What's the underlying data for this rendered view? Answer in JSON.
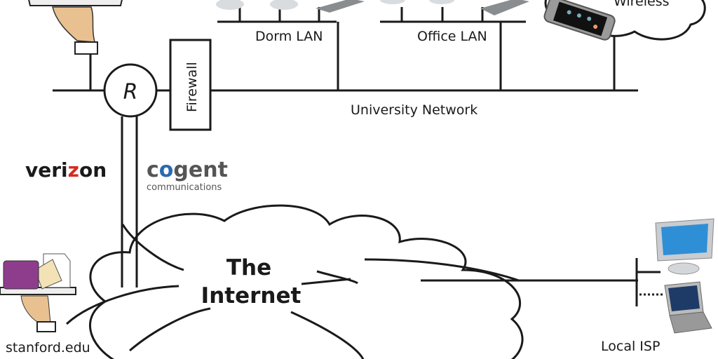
{
  "labels": {
    "dorm_lan": "Dorm LAN",
    "office_lan": "Office LAN",
    "wireless": "Wireless",
    "university_network": "University Network",
    "router": "R",
    "firewall": "Firewall",
    "internet_line1": "The",
    "internet_line2": "Internet",
    "stanford": "stanford.edu",
    "local_isp": "Local ISP"
  },
  "logos": {
    "verizon_pre": "veri",
    "verizon_z": "z",
    "verizon_post": "on",
    "cogent_c": "c",
    "cogent_o": "o",
    "cogent_rest": "gent",
    "cogent_sub": "communications"
  },
  "colors": {
    "verizon_red": "#d52b1e",
    "cogent_blue": "#2a6ab3",
    "cogent_gray": "#555555"
  }
}
